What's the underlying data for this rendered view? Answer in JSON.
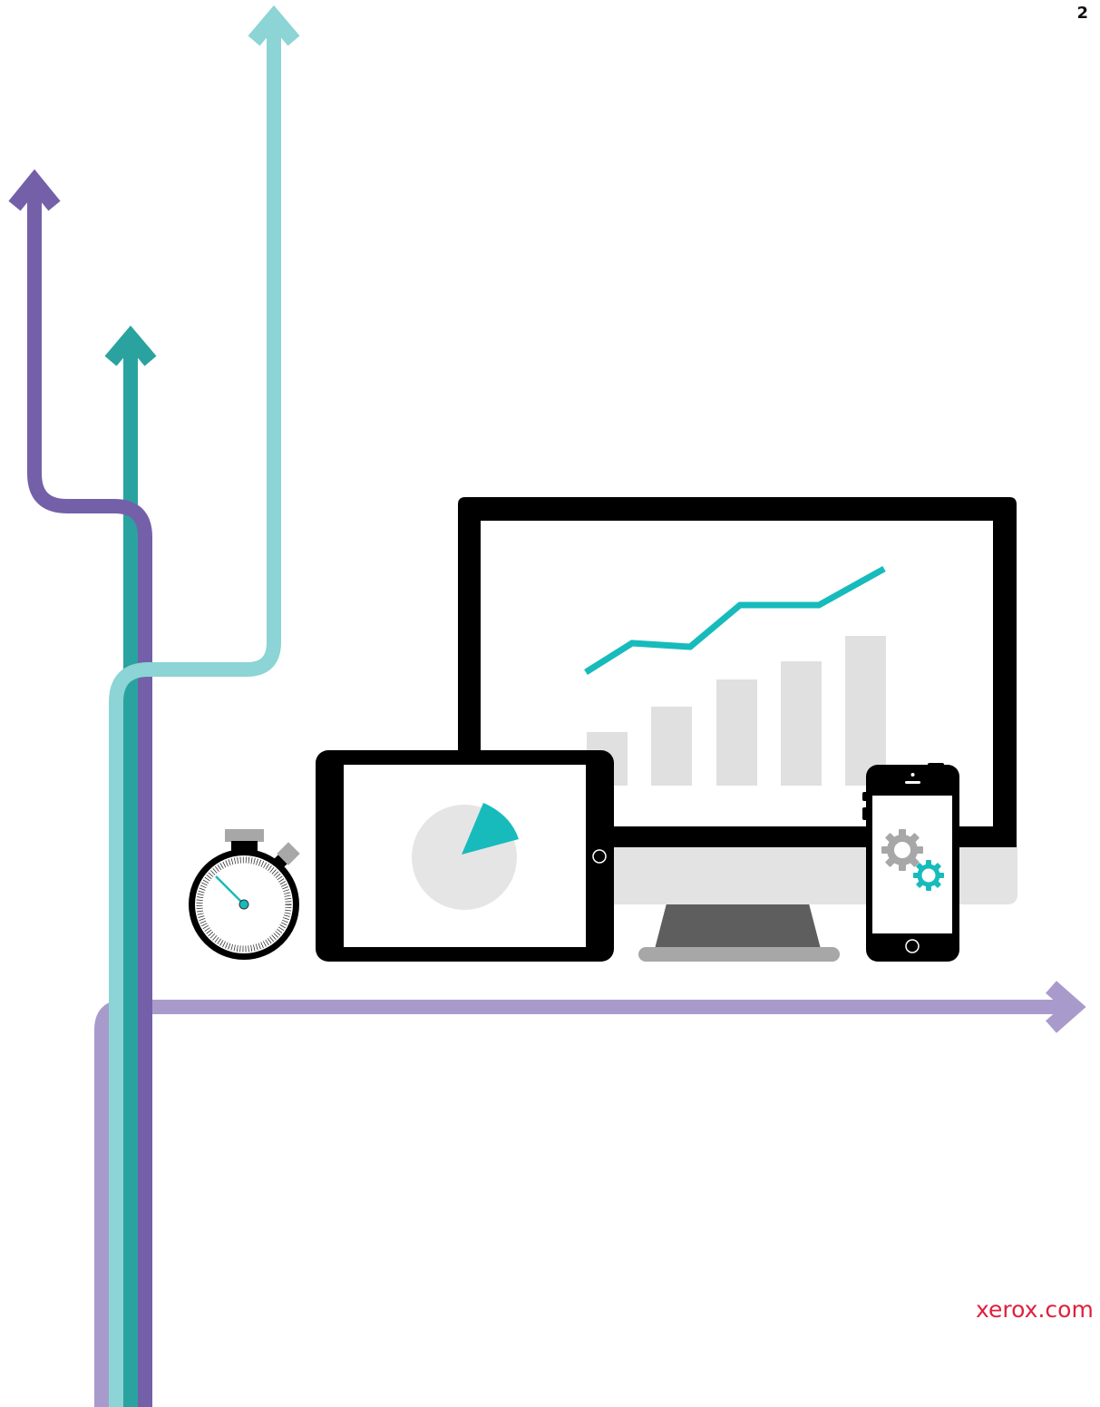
{
  "page": {
    "number": "2",
    "footer_url": "xerox.com"
  },
  "colors": {
    "dark_purple": "#7460a9",
    "teal": "#2aa3a0",
    "light_teal": "#8cd4d5",
    "light_purple": "#a89bcc",
    "accent_teal": "#17bbbc",
    "device_black": "#000000",
    "stand_dark_gray": "#5e5e5e",
    "base_gray": "#a7a7a7",
    "chin_gray": "#e3e3e3",
    "bar_gray": "#e0e0e0",
    "url_red": "#e0203c"
  },
  "illustration": {
    "pie_chart": {
      "highlighted_fraction": 0.17
    },
    "bar_chart": {
      "relative_values": [
        0.34,
        0.51,
        0.68,
        0.8,
        0.96
      ]
    }
  }
}
